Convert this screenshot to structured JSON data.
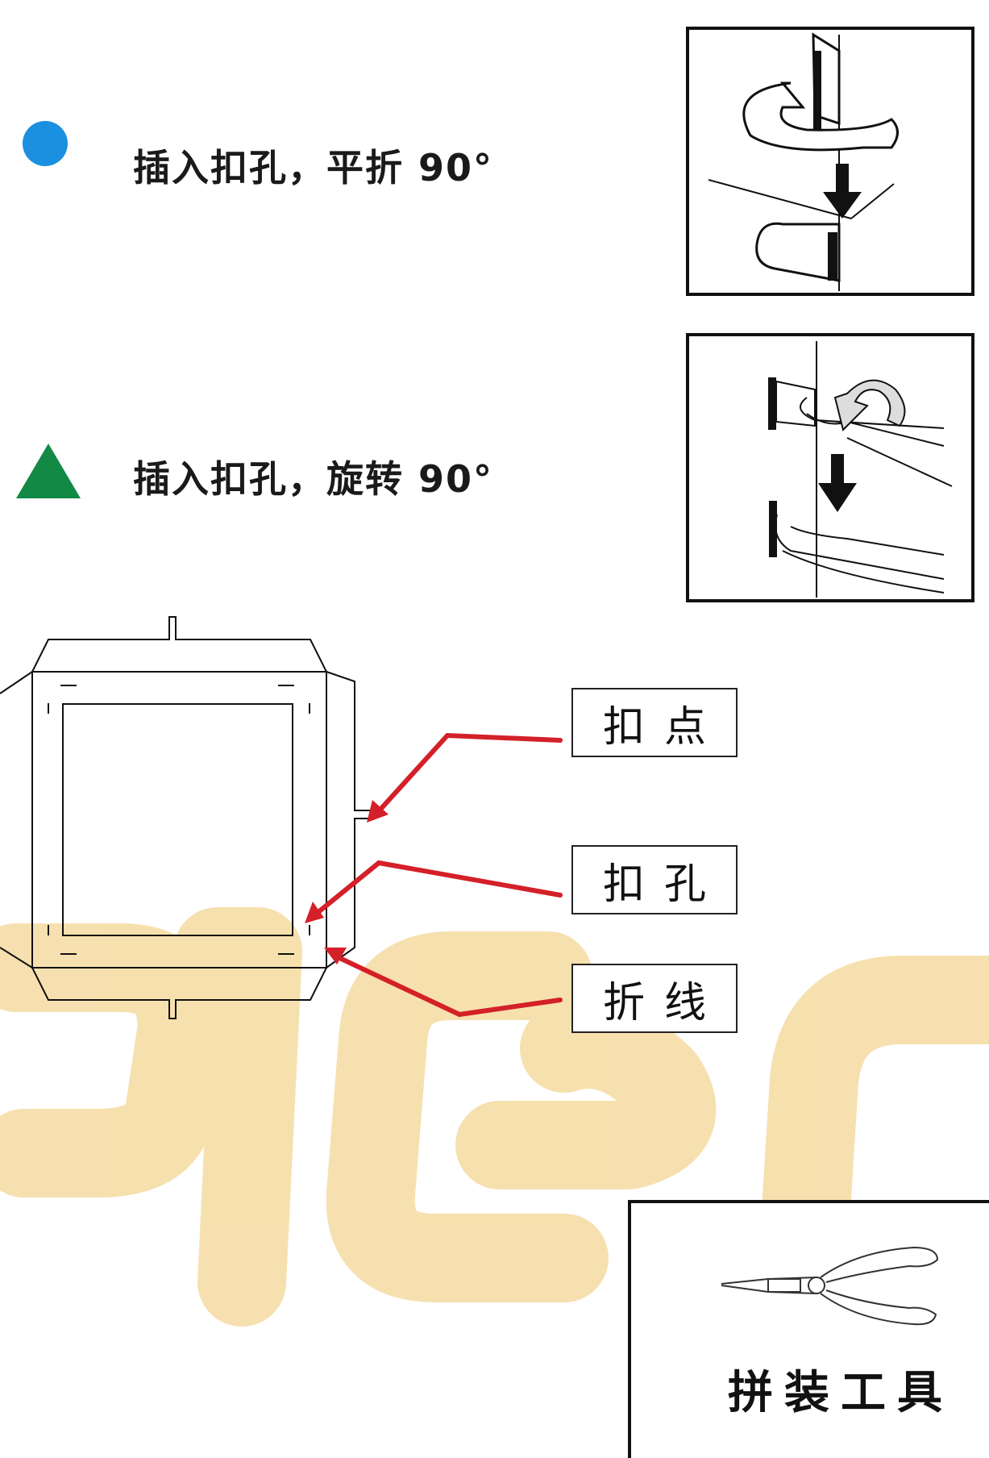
{
  "legend": [
    {
      "shape": "circle",
      "color": "#1b8fe0",
      "text": "插入扣孔，平折 90°"
    },
    {
      "shape": "triangle",
      "color": "#128a45",
      "text": "插入扣孔，旋转 90°"
    }
  ],
  "parts": {
    "tab_point": "扣点",
    "slot": "扣孔",
    "fold_line": "折线"
  },
  "tool": {
    "caption": "拼装工具",
    "icon": "pliers-icon"
  },
  "colors": {
    "arrow": "#d42028",
    "watermark": "#f4d694",
    "line": "#222222"
  }
}
